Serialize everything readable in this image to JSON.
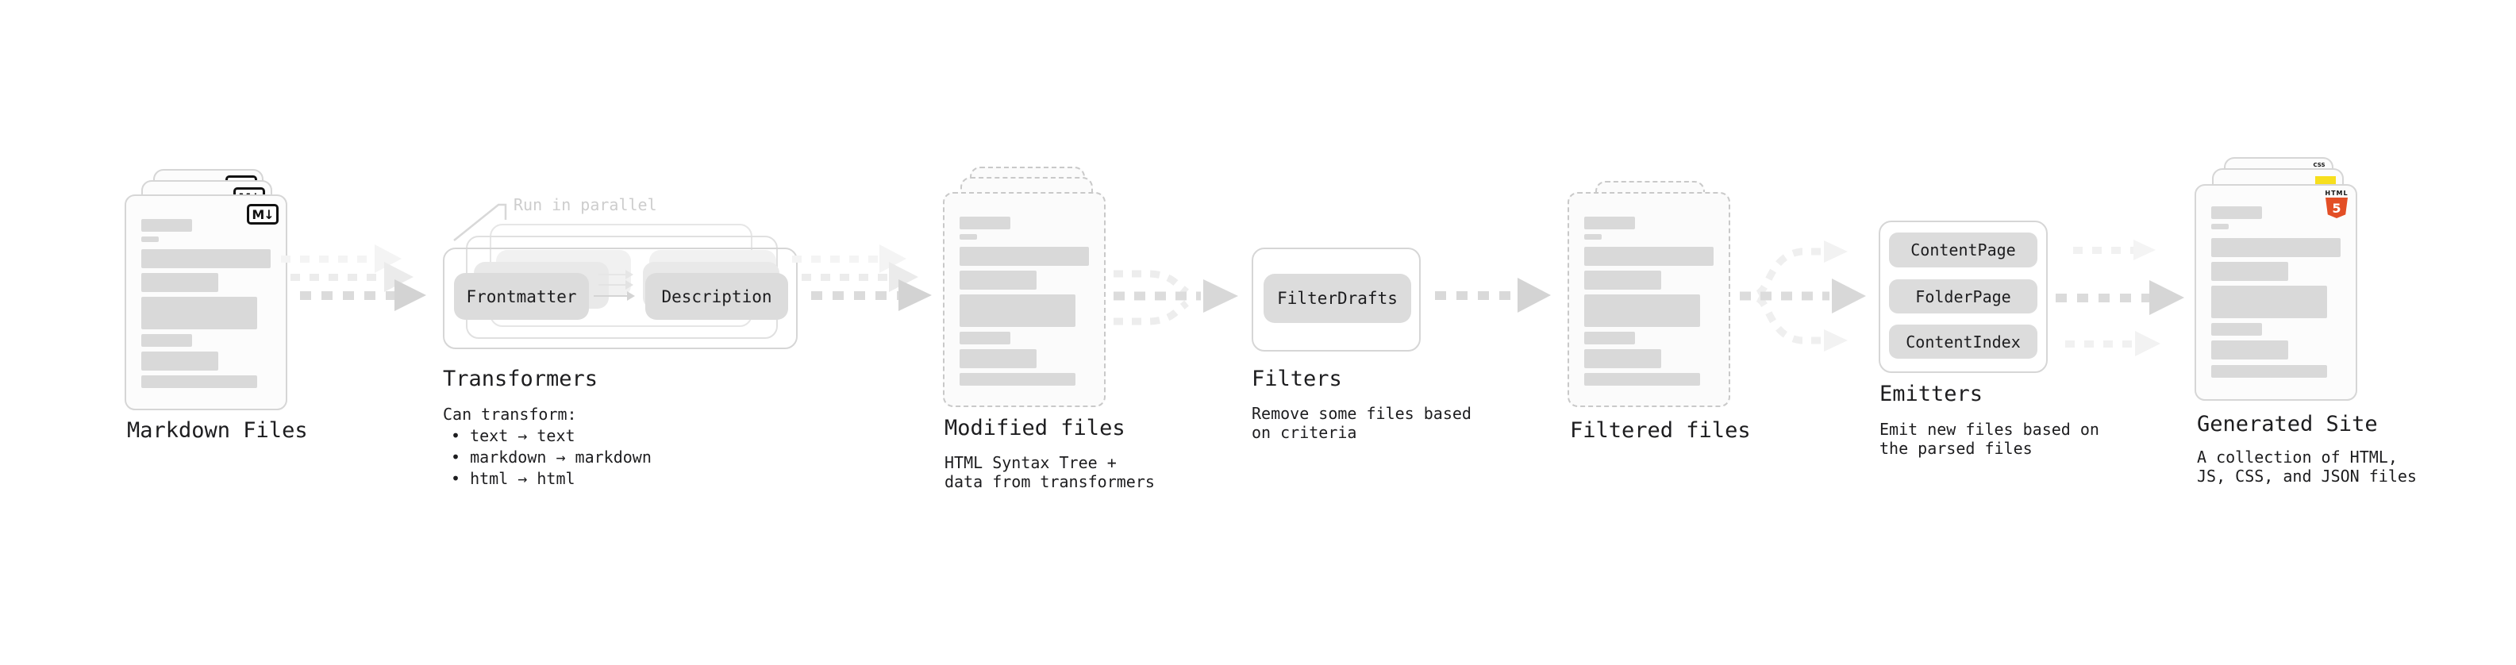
{
  "stages": {
    "markdown": {
      "title": "Markdown Files"
    },
    "transformers": {
      "title": "Transformers",
      "annotation": "Run in parallel",
      "node_left": "Frontmatter",
      "node_right": "Description",
      "desc_heading": "Can transform:",
      "bullets": [
        "• text → text",
        "• markdown → markdown",
        "• html → html"
      ]
    },
    "modified": {
      "title": "Modified files",
      "desc_line1": "HTML Syntax Tree +",
      "desc_line2": "data from transformers"
    },
    "filters": {
      "title": "Filters",
      "node": "FilterDrafts",
      "desc_line1": "Remove some files based",
      "desc_line2": "on criteria"
    },
    "filtered": {
      "title": "Filtered files"
    },
    "emitters": {
      "title": "Emitters",
      "nodes": [
        "ContentPage",
        "FolderPage",
        "ContentIndex"
      ],
      "desc_line1": "Emit new files based on",
      "desc_line2": "the parsed files"
    },
    "generated": {
      "title": "Generated Site",
      "desc_line1": "A collection of HTML,",
      "desc_line2": "JS, CSS, and JSON files"
    }
  },
  "icons": {
    "markdown_badge": "M↓",
    "html5_text": "HTML",
    "html5_number": "5",
    "css_text": "CSS"
  },
  "colors": {
    "html5_orange": "#e34f26",
    "js_yellow": "#f7df1e",
    "css_blue": "#2b63f0",
    "skeleton_gray": "#d9d9d9",
    "arrow_gray": "#d8d8d8",
    "text": "#1d1d1f"
  }
}
